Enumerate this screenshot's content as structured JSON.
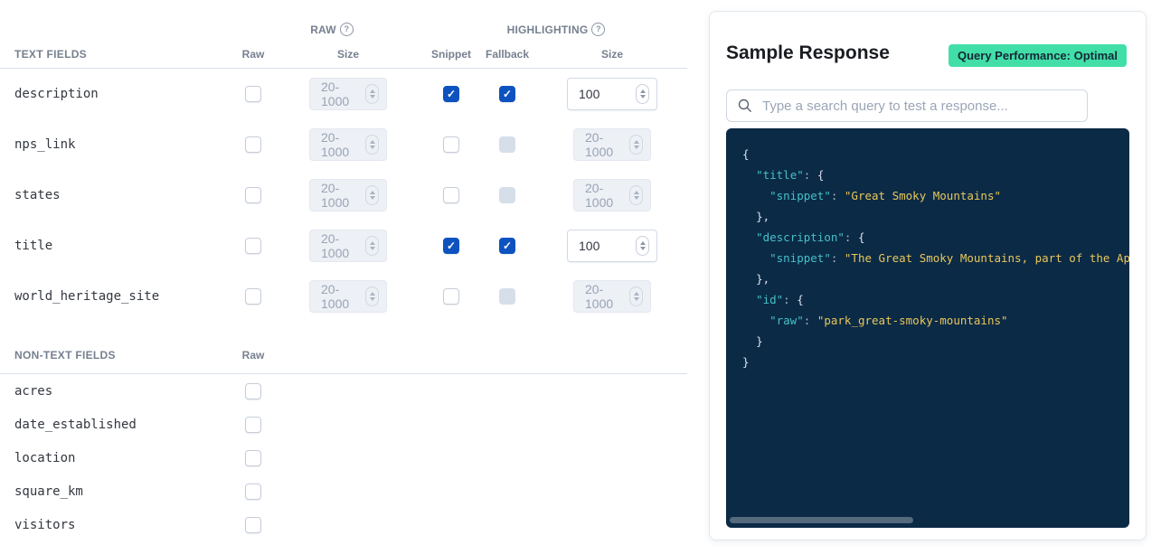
{
  "table": {
    "raw_group": "RAW",
    "highlighting_group": "HIGHLIGHTING",
    "text_header": "TEXT FIELDS",
    "non_text_header": "NON-TEXT FIELDS",
    "cols": {
      "raw": "Raw",
      "size": "Size",
      "snippet": "Snippet",
      "fallback": "Fallback",
      "size2": "Size"
    },
    "size_placeholder": "20-1000",
    "text_rows": [
      {
        "name": "description",
        "raw": false,
        "snippet": true,
        "fallback": "checked",
        "hl_size": "100"
      },
      {
        "name": "nps_link",
        "raw": false,
        "snippet": false,
        "fallback": "disabled",
        "hl_size": ""
      },
      {
        "name": "states",
        "raw": false,
        "snippet": false,
        "fallback": "disabled",
        "hl_size": ""
      },
      {
        "name": "title",
        "raw": false,
        "snippet": true,
        "fallback": "checked",
        "hl_size": "100"
      },
      {
        "name": "world_heritage_site",
        "raw": false,
        "snippet": false,
        "fallback": "disabled",
        "hl_size": ""
      }
    ],
    "non_text_rows": [
      {
        "name": "acres",
        "raw": false
      },
      {
        "name": "date_established",
        "raw": false
      },
      {
        "name": "location",
        "raw": false
      },
      {
        "name": "square_km",
        "raw": false
      },
      {
        "name": "visitors",
        "raw": false
      }
    ]
  },
  "sample_response": {
    "title": "Sample Response",
    "badge": "Query Performance: Optimal",
    "search_placeholder": "Type a search query to test a response...",
    "code_lines": [
      [
        [
          "p",
          "{"
        ]
      ],
      [
        [
          "c",
          "  "
        ],
        [
          "k",
          "\"title\""
        ],
        [
          "c",
          ": "
        ],
        [
          "p",
          "{"
        ]
      ],
      [
        [
          "c",
          "    "
        ],
        [
          "k",
          "\"snippet\""
        ],
        [
          "c",
          ": "
        ],
        [
          "s",
          "\"Great Smoky Mountains\""
        ]
      ],
      [
        [
          "c",
          "  "
        ],
        [
          "p",
          "},"
        ]
      ],
      [
        [
          "c",
          "  "
        ],
        [
          "k",
          "\"description\""
        ],
        [
          "c",
          ": "
        ],
        [
          "p",
          "{"
        ]
      ],
      [
        [
          "c",
          "    "
        ],
        [
          "k",
          "\"snippet\""
        ],
        [
          "c",
          ": "
        ],
        [
          "s",
          "\"The Great Smoky Mountains, part of the Appalachian Mountains, span a wide range of elevations\""
        ]
      ],
      [
        [
          "c",
          "  "
        ],
        [
          "p",
          "},"
        ]
      ],
      [
        [
          "c",
          "  "
        ],
        [
          "k",
          "\"id\""
        ],
        [
          "c",
          ": "
        ],
        [
          "p",
          "{"
        ]
      ],
      [
        [
          "c",
          "    "
        ],
        [
          "k",
          "\"raw\""
        ],
        [
          "c",
          ": "
        ],
        [
          "s",
          "\"park_great-smoky-mountains\""
        ]
      ],
      [
        [
          "c",
          "  "
        ],
        [
          "p",
          "}"
        ]
      ],
      [
        [
          "p",
          "}"
        ]
      ]
    ]
  },
  "colors": {
    "checkbox_checked": "#0E52C0",
    "checkbox_disabled": "#D6DEE9",
    "badge_green": "#41DFA7",
    "code_background": "#0B2A46",
    "code_key": "#46C0C9",
    "code_string": "#E9C75A",
    "code_punctuation": "#DCE1F0"
  }
}
